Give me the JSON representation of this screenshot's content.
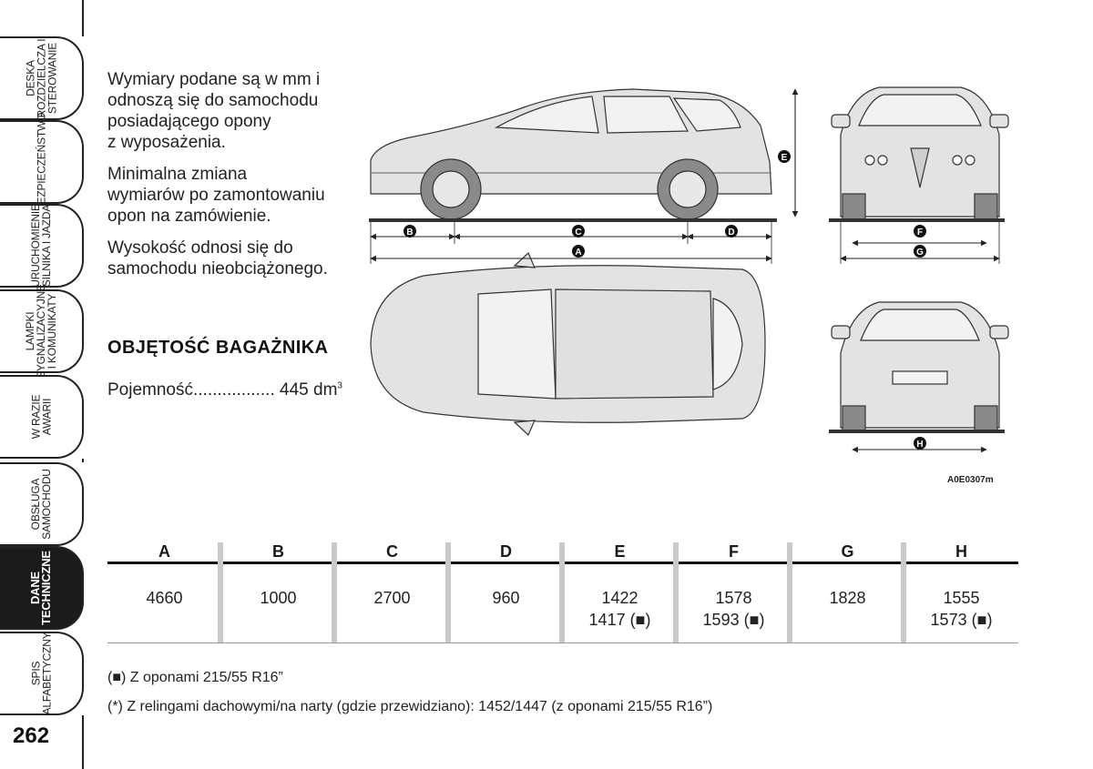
{
  "tabs": [
    {
      "lines": [
        "DESKA",
        "ROZDZIELCZA I",
        "STEROWANIE"
      ],
      "active": false
    },
    {
      "lines": [
        "BEZPIECZEŃSTWO"
      ],
      "active": false
    },
    {
      "lines": [
        "URUCHOMIENIE",
        "SILNIKA I JAZDA"
      ],
      "active": false
    },
    {
      "lines": [
        "LAMPKI",
        "SYGNALIZACYJNE",
        "I KOMUNIKATY"
      ],
      "active": false
    },
    {
      "lines": [
        "W RAZIE",
        "AWARII"
      ],
      "active": false
    },
    {
      "lines": [
        "OBSŁUGA",
        "SAMOCHODU"
      ],
      "active": false
    },
    {
      "lines": [
        "DANE",
        "TECHNICZNE"
      ],
      "active": true
    },
    {
      "lines": [
        "SPIS",
        "ALFABETYCZNY"
      ],
      "active": false
    }
  ],
  "page_number": "262",
  "intro": {
    "p1": [
      "Wymiary podane są w mm i",
      "odnoszą się do samochodu",
      "posiadającego opony",
      "z wyposażenia."
    ],
    "p2": [
      "Minimalna zmiana",
      "wymiarów po zamontowaniu",
      "opon na zamówienie."
    ],
    "p3": [
      "Wysokość odnosi się do",
      "samochodu nieobciążonego."
    ]
  },
  "trunk": {
    "title": "OBJĘTOŚĆ BAGAŻNIKA",
    "label": "Pojemność",
    "dots": ".................",
    "value": "445 dm",
    "unit_sup": "3"
  },
  "figure": {
    "code": "A0E0307m",
    "markers": [
      "A",
      "B",
      "C",
      "D",
      "E",
      "F",
      "G",
      "H"
    ]
  },
  "table": {
    "headers": [
      "A",
      "B",
      "C",
      "D",
      "E",
      "F",
      "G",
      "H"
    ],
    "values": [
      [
        "4660"
      ],
      [
        "1000"
      ],
      [
        "2700"
      ],
      [
        "960"
      ],
      [
        "1422",
        "1417 (■)"
      ],
      [
        "1578",
        "1593 (■)"
      ],
      [
        "1828"
      ],
      [
        "1555",
        "1573 (■)"
      ]
    ]
  },
  "notes": {
    "n1_text": " Z oponami 215/55 R16”",
    "n1_marker": "(■)",
    "n2": "(*) Z relingami dachowymi/na narty (gdzie przewidziano): 1452/1447 (z oponami 215/55 R16”)"
  }
}
